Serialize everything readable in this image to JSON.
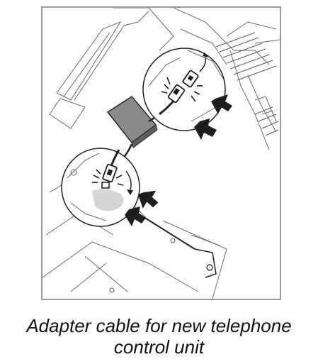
{
  "caption": {
    "line1": "Adapter cable for new telephone",
    "line2": "control unit"
  },
  "colors": {
    "frame": "#9a9a9a",
    "line": "#2a2a2a",
    "module": "#8a8a8a",
    "shadow": "#d6d6d6"
  },
  "icons": [
    "adapter-module",
    "connector-plug",
    "connector-socket",
    "push-arrow-icon",
    "release-arrow-icon",
    "mounting-bracket"
  ]
}
